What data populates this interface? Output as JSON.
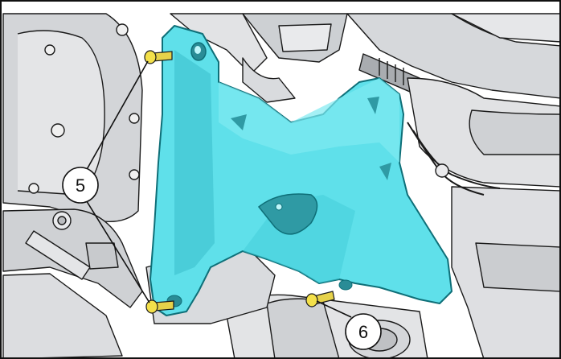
{
  "callouts": [
    {
      "id": "callout-5",
      "label": "5"
    },
    {
      "id": "callout-6",
      "label": "6"
    }
  ],
  "colors": {
    "bracket": "#5FE0EA",
    "bracket_stroke": "#0E6F78",
    "bolt": "#F3E04A",
    "line_art": "#1a1a1a",
    "shading": "#d7d9dc"
  }
}
